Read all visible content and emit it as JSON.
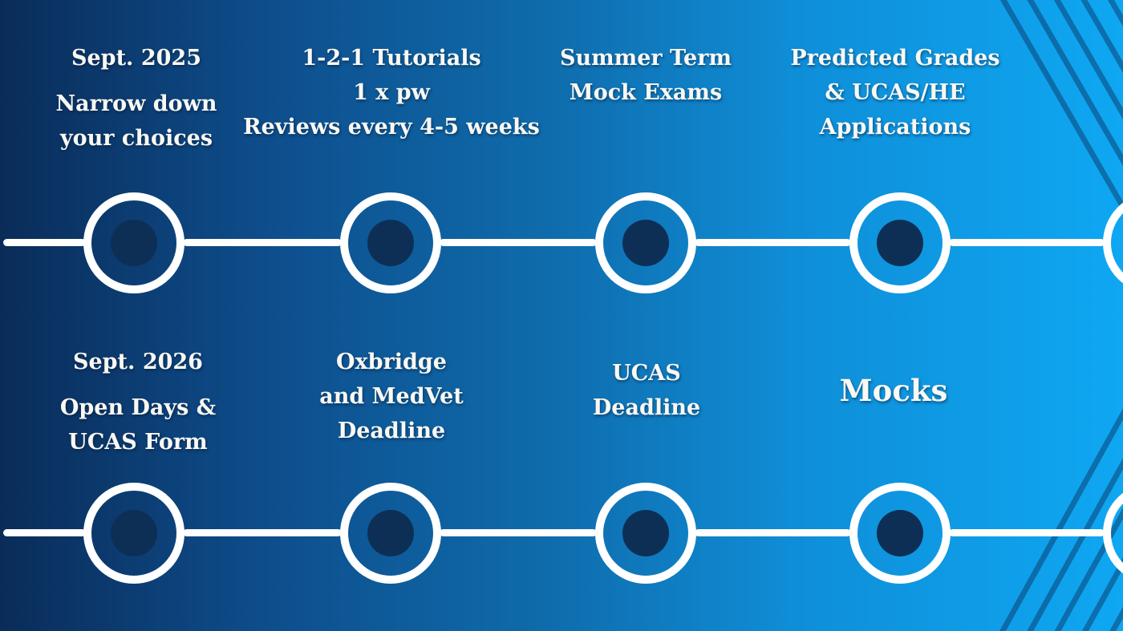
{
  "colors": {
    "background_left": "#0A2C59",
    "background_mid": "#0F6CAC",
    "background_right": "#0FA7F2",
    "timeline_line": "#FFFFFF",
    "node_ring": "#FFFFFF",
    "node_fill": "#0E2F55",
    "text": "#FAF8F2",
    "corner_stripes": "#0B3E75"
  },
  "decor": {
    "top_right_stripes": "diagonal-pinstripes",
    "bottom_right_stripes": "diagonal-pinstripes"
  },
  "timelines": [
    {
      "id": "row-2025",
      "node_count": 5,
      "items": [
        {
          "heading": "Sept. 2025",
          "lines": [
            "Narrow down",
            "your choices"
          ]
        },
        {
          "heading": "",
          "lines": [
            "1-2-1 Tutorials",
            "1 x pw",
            "Reviews every 4-5 weeks"
          ]
        },
        {
          "heading": "",
          "lines": [
            "Summer Term",
            "Mock Exams"
          ]
        },
        {
          "heading": "",
          "lines": [
            "Predicted Grades",
            "& UCAS/HE",
            "Applications"
          ]
        }
      ]
    },
    {
      "id": "row-2026",
      "node_count": 5,
      "items": [
        {
          "heading": "Sept. 2026",
          "lines": [
            "Open Days &",
            "UCAS Form"
          ]
        },
        {
          "heading": "",
          "lines": [
            "Oxbridge",
            "and MedVet",
            "Deadline"
          ]
        },
        {
          "heading": "",
          "lines": [
            "UCAS",
            "Deadline"
          ]
        },
        {
          "heading": "",
          "lines": [
            "Mocks"
          ],
          "emphasis": true
        }
      ]
    }
  ]
}
